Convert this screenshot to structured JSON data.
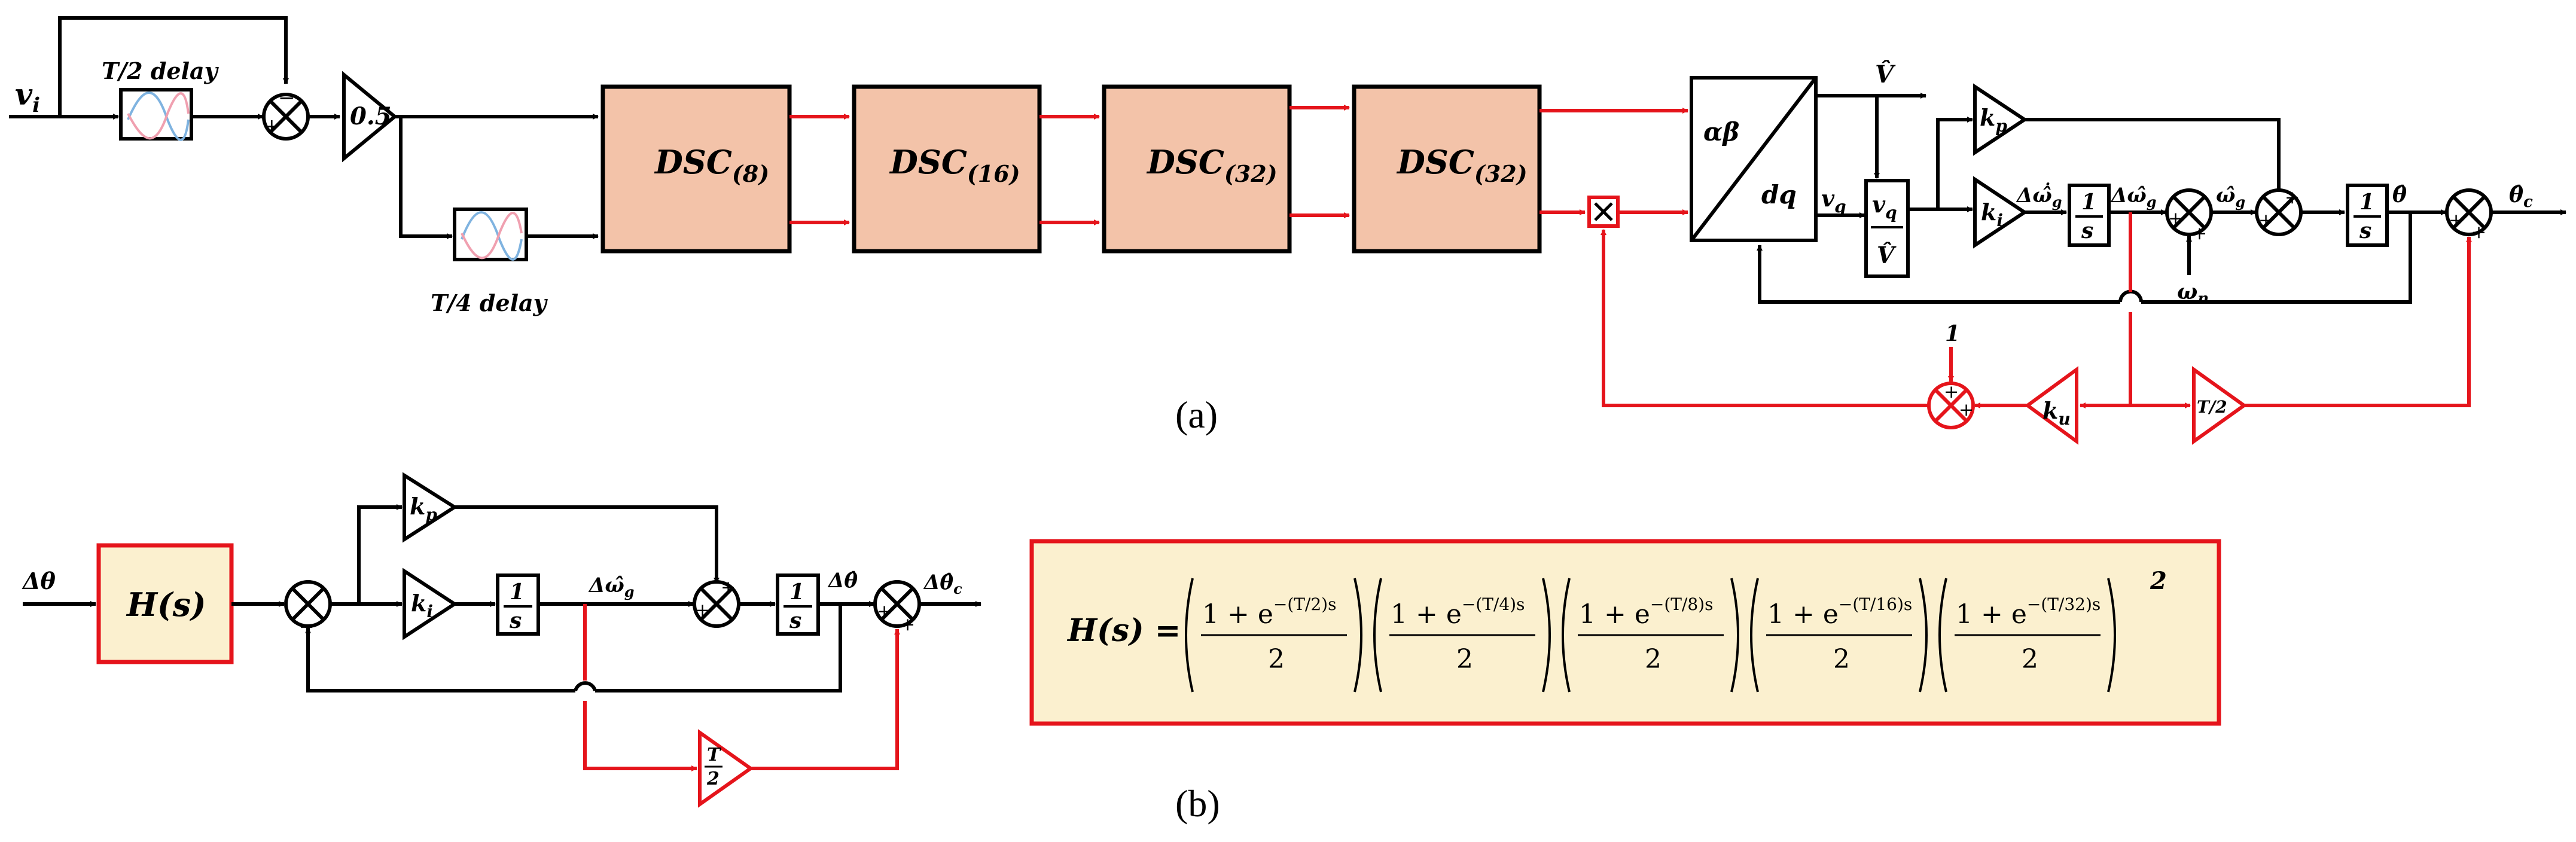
{
  "diagram_a": {
    "caption": "(a)",
    "input_label": "v",
    "input_sub": "i",
    "half_delay_label": "T/2 delay",
    "quarter_delay_label": "T/4 delay",
    "gain_label": "0.5",
    "dsc_blocks": [
      {
        "main": "DSC",
        "sub": "(8)"
      },
      {
        "main": "DSC",
        "sub": "(16)"
      },
      {
        "main": "DSC",
        "sub": "(32)"
      },
      {
        "main": "DSC",
        "sub": "(32)"
      }
    ],
    "transform_top": "αβ",
    "transform_bottom": "dq",
    "vhat_label": "V̂",
    "vq_label": "v",
    "vq_sub": "q",
    "norm_num": "v",
    "norm_num_sub": "q",
    "norm_den": "V̂",
    "kp_label": "k",
    "kp_sub": "p",
    "ki_label": "k",
    "ki_sub": "i",
    "ku_label": "k",
    "ku_sub": "u",
    "integrator_num": "1",
    "integrator_den": "s",
    "d_omega_dot_label": "Δω̂̇",
    "d_omega_dot_sub": "g",
    "d_omega_label": "Δω̂",
    "d_omega_sub": "g",
    "omega_g_label": "ω̂",
    "omega_g_sub": "g",
    "omega_n_label": "ω",
    "omega_n_sub": "n",
    "theta_label": "θ̂",
    "theta_c_label": "θ̂",
    "theta_c_sub": "c",
    "one_label": "1",
    "half_period_label": "T/2",
    "plus": "+",
    "minus": "−"
  },
  "diagram_b": {
    "caption": "(b)",
    "input_label": "Δθ",
    "h_label": "H(s)",
    "kp_label": "k",
    "kp_sub": "p",
    "ki_label": "k",
    "ki_sub": "i",
    "integrator_num": "1",
    "integrator_den": "s",
    "d_omega_label": "Δω̂",
    "d_omega_sub": "g",
    "d_theta_label": "Δθ̂",
    "d_theta_c_label": "Δθ̂",
    "d_theta_c_sub": "c",
    "t_half_num": "T",
    "t_half_den": "2"
  },
  "equation": {
    "lhs": "H(s) =",
    "one_plus": "1 + e",
    "factors": [
      {
        "exp": "−(T/2)s",
        "den": "2"
      },
      {
        "exp": "−(T/4)s",
        "den": "2"
      },
      {
        "exp": "−(T/8)s",
        "den": "2"
      },
      {
        "exp": "−(T/16)s",
        "den": "2"
      },
      {
        "exp": "−(T/32)s",
        "den": "2"
      }
    ],
    "power": "2"
  },
  "colors": {
    "dsc_fill": "#f3c3a9",
    "h_fill": "#fbf0cf",
    "signal_red": "#e5141b"
  }
}
